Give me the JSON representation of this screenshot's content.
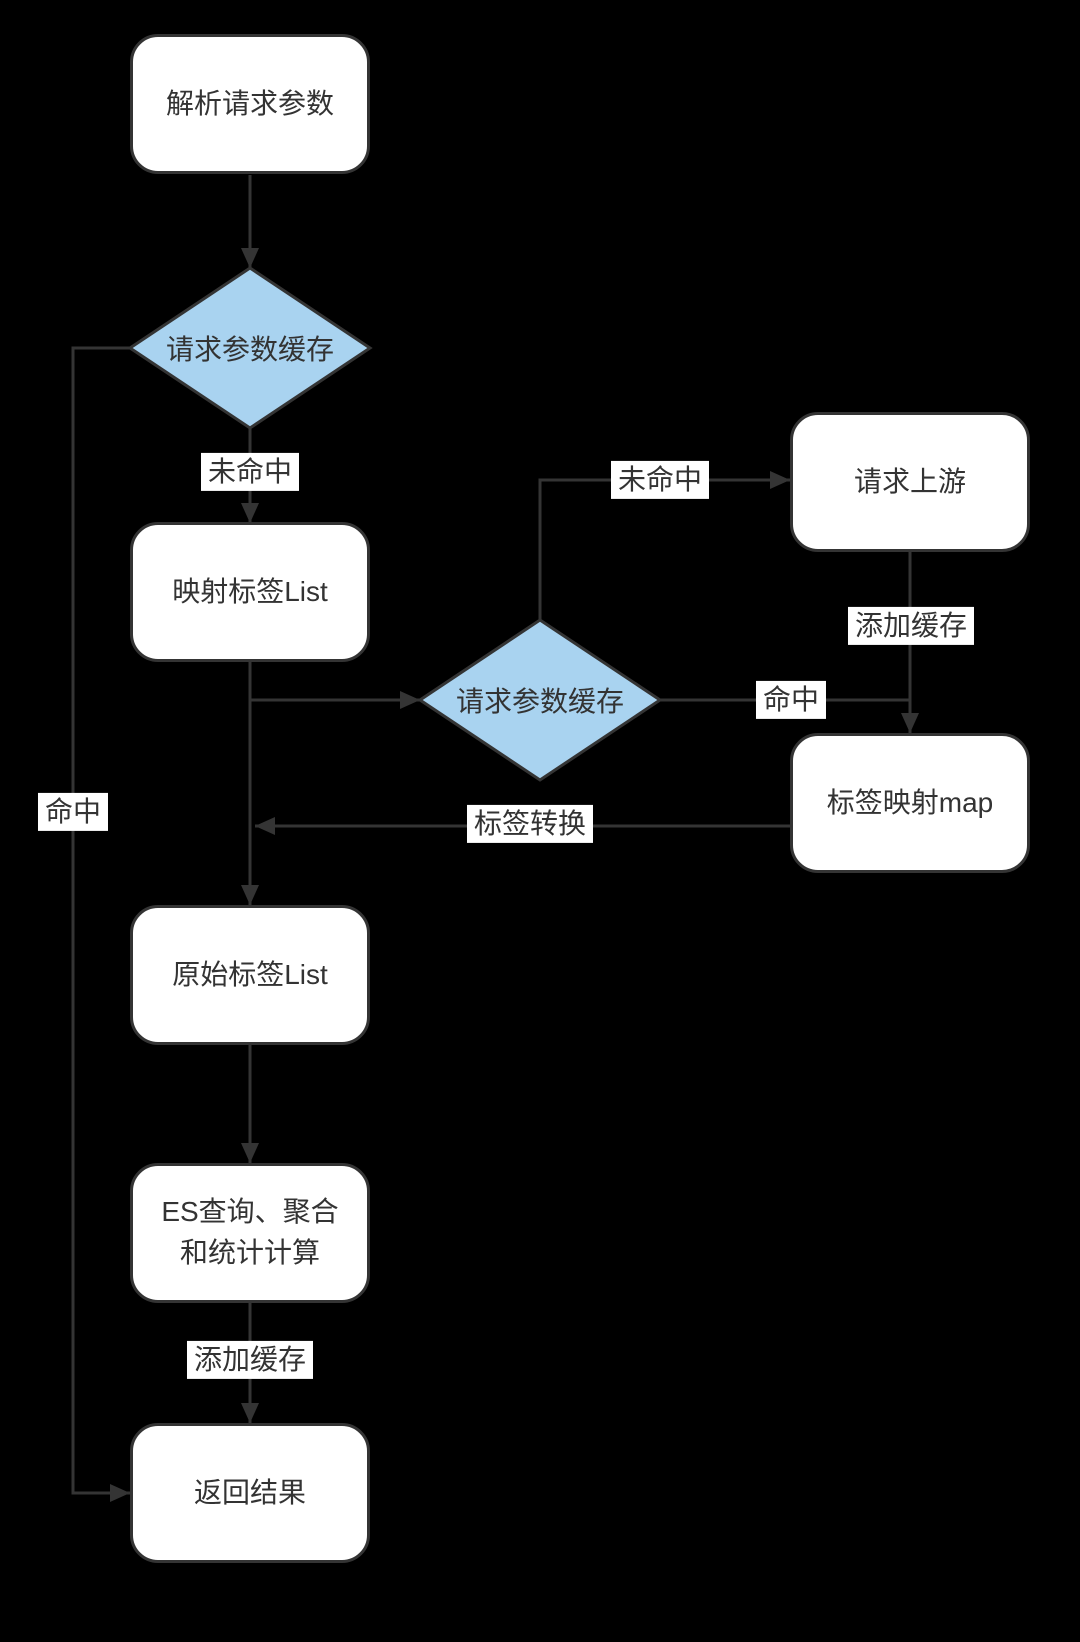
{
  "diagram": {
    "colors": {
      "background": "#000000",
      "node_fill": "#ffffff",
      "node_border": "#343434",
      "decision_fill": "#a9d3f0",
      "edge_line": "#343434",
      "text": "#333333",
      "edge_label_bg": "#ffffff"
    },
    "nodes": {
      "parse": {
        "label": "解析请求参数",
        "type": "process"
      },
      "cache_check_1": {
        "label": "请求参数缓存",
        "type": "decision"
      },
      "mapped_list": {
        "label": "映射标签List",
        "type": "process"
      },
      "cache_check_2": {
        "label": "请求参数缓存",
        "type": "decision"
      },
      "upstream": {
        "label": "请求上游",
        "type": "process"
      },
      "tag_map": {
        "label": "标签映射map",
        "type": "process"
      },
      "original_list": {
        "label": "原始标签List",
        "type": "process"
      },
      "es_query": {
        "label": "ES查询、聚合\n和统计计算",
        "type": "process"
      },
      "return_result": {
        "label": "返回结果",
        "type": "process"
      }
    },
    "edges": [
      {
        "from": "parse",
        "to": "cache_check_1",
        "label": ""
      },
      {
        "from": "cache_check_1",
        "to": "mapped_list",
        "label": "未命中"
      },
      {
        "from": "cache_check_1",
        "to": "return_result",
        "label": "命中"
      },
      {
        "from": "mapped_list",
        "to": "original_list",
        "label": ""
      },
      {
        "from": "mapped_list",
        "to": "cache_check_2",
        "label": ""
      },
      {
        "from": "cache_check_2",
        "to": "upstream",
        "label": "未命中"
      },
      {
        "from": "cache_check_2",
        "to": "tag_map",
        "label": "命中"
      },
      {
        "from": "upstream",
        "to": "tag_map",
        "label": "添加缓存"
      },
      {
        "from": "tag_map",
        "to": "original_list",
        "label": "标签转换"
      },
      {
        "from": "original_list",
        "to": "es_query",
        "label": ""
      },
      {
        "from": "es_query",
        "to": "return_result",
        "label": "添加缓存"
      }
    ]
  }
}
